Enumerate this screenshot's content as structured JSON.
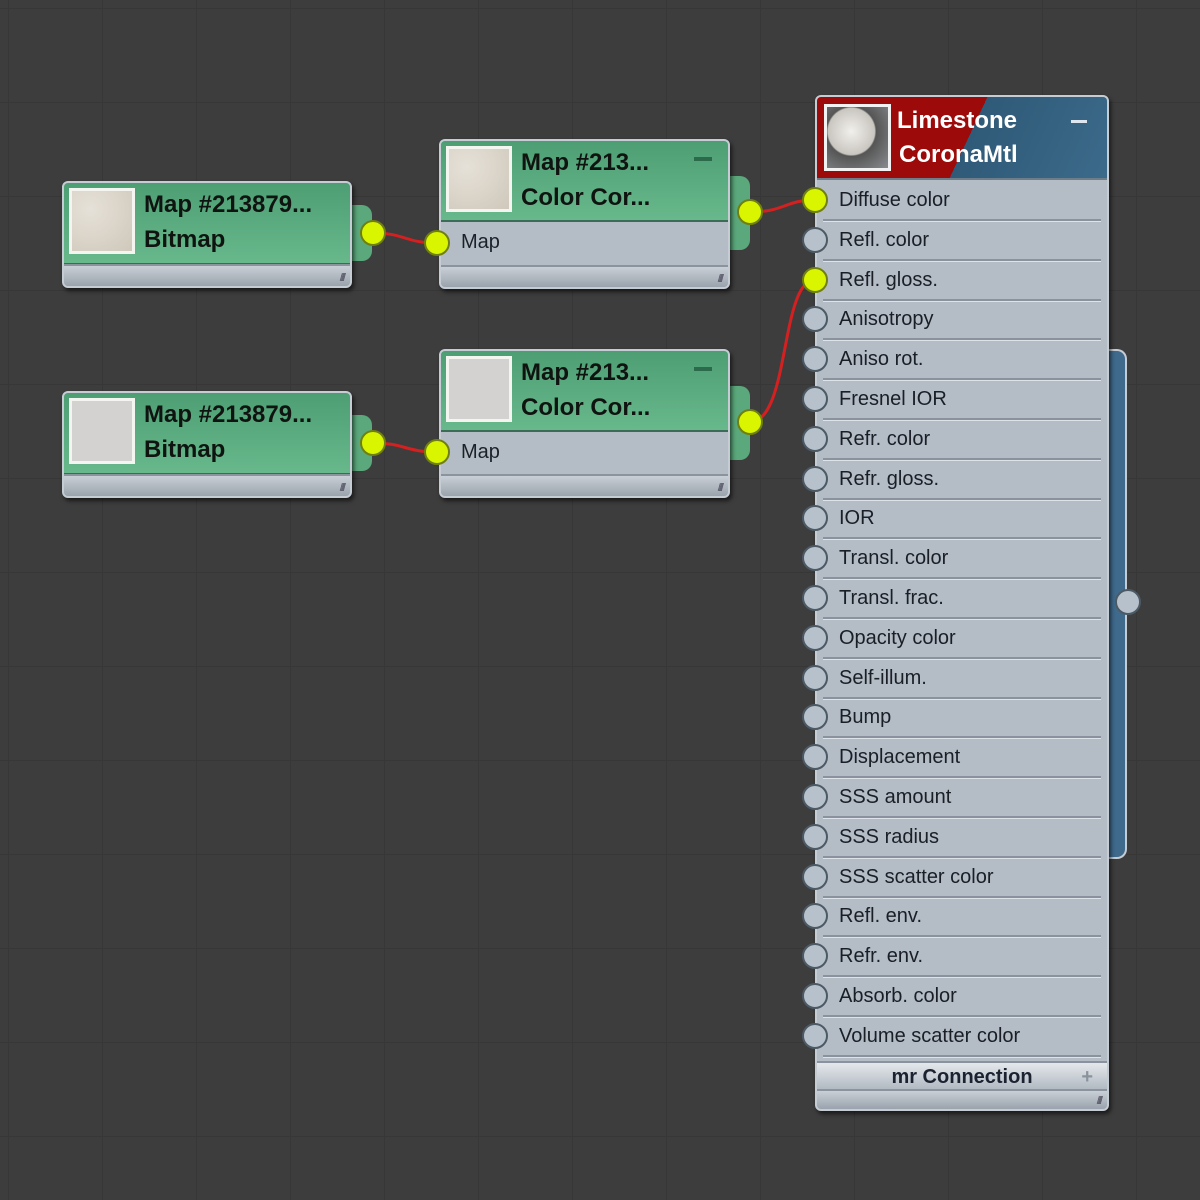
{
  "bitmap_nodes": [
    {
      "title": "Map #213879...",
      "type": "Bitmap"
    },
    {
      "title": "Map #213879...",
      "type": "Bitmap"
    }
  ],
  "cc_nodes": [
    {
      "title": "Map #213...",
      "type": "Color Cor...",
      "input": "Map"
    },
    {
      "title": "Map #213...",
      "type": "Color Cor...",
      "input": "Map"
    }
  ],
  "material": {
    "name": "Limestone",
    "type": "CoronaMtl",
    "footer": "mr Connection",
    "slots": [
      {
        "label": "Diffuse color",
        "connected": true
      },
      {
        "label": "Refl. color",
        "connected": false
      },
      {
        "label": "Refl. gloss.",
        "connected": true
      },
      {
        "label": "Anisotropy",
        "connected": false
      },
      {
        "label": "Aniso rot.",
        "connected": false
      },
      {
        "label": "Fresnel IOR",
        "connected": false
      },
      {
        "label": "Refr. color",
        "connected": false
      },
      {
        "label": "Refr. gloss.",
        "connected": false
      },
      {
        "label": "IOR",
        "connected": false
      },
      {
        "label": "Transl. color",
        "connected": false
      },
      {
        "label": "Transl. frac.",
        "connected": false
      },
      {
        "label": "Opacity color",
        "connected": false
      },
      {
        "label": "Self-illum.",
        "connected": false
      },
      {
        "label": "Bump",
        "connected": false
      },
      {
        "label": "Displacement",
        "connected": false
      },
      {
        "label": "SSS amount",
        "connected": false
      },
      {
        "label": "SSS radius",
        "connected": false
      },
      {
        "label": "SSS scatter color",
        "connected": false
      },
      {
        "label": "Refl. env.",
        "connected": false
      },
      {
        "label": "Refr. env.",
        "connected": false
      },
      {
        "label": "Absorb. color",
        "connected": false
      },
      {
        "label": "Volume scatter color",
        "connected": false
      }
    ]
  },
  "colors": {
    "wire": "#d42020",
    "socket_on": "#d9f500",
    "header_red": "#9c0a0a",
    "header_blue": "#2f5a78"
  }
}
